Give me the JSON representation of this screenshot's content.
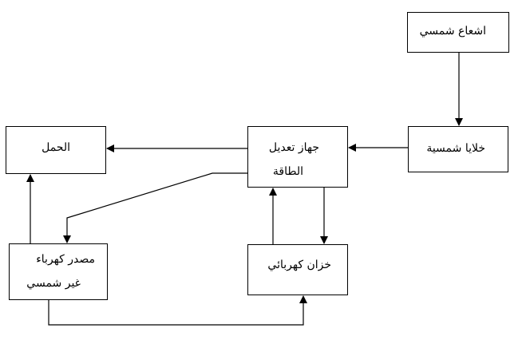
{
  "nodes": {
    "solar_radiation": "اشعاع شمسي",
    "solar_cells": "خلايا شمسية",
    "regulator_line1": "جهاز تعديل",
    "regulator_line2": "الطاقة",
    "load": "الحمل",
    "non_solar_line1": "مصدر كهرباء",
    "non_solar_line2": "غير شمسي",
    "storage": "خزان كهربائي"
  },
  "colors": {
    "stroke": "#000000"
  }
}
